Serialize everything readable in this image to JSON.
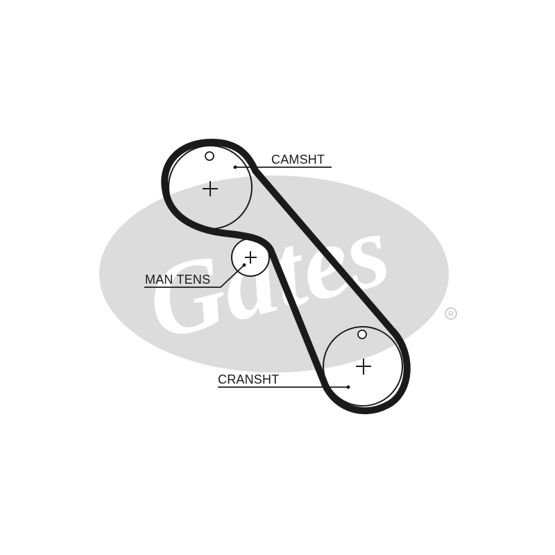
{
  "watermark": {
    "brand": "Gates",
    "registered_mark": "®"
  },
  "labels": {
    "camshaft": "CAMSHT",
    "tensioner": "MAN TENS",
    "crankshaft": "CRANSHT"
  },
  "colors": {
    "belt": "#1a1a1a",
    "line": "#1a1a1a",
    "watermark_fill": "#dcdcdc",
    "background": "#ffffff"
  }
}
